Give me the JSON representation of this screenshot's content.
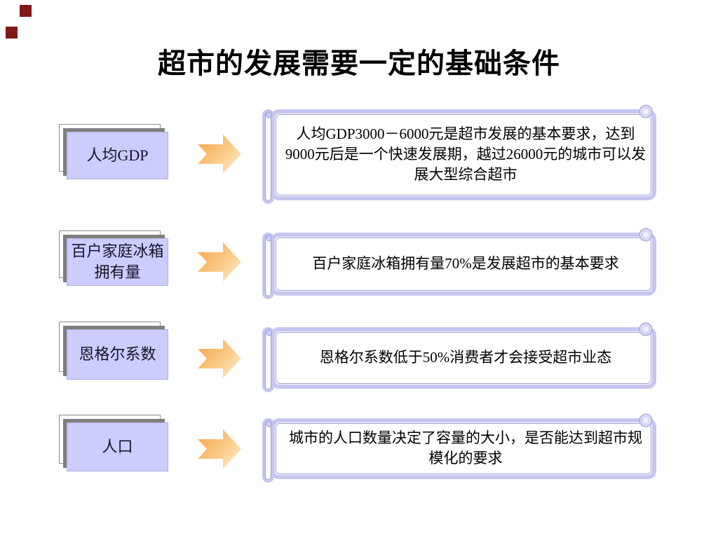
{
  "slide": {
    "title": "超市的发展需要一定的基础条件",
    "rows": [
      {
        "label": "人均GDP",
        "description": "人均GDP3000－6000元是超市发展的基本要求，达到9000元后是一个快速发展期，越过26000元的城市可以发展大型综合超市"
      },
      {
        "label": "百户家庭冰箱拥有量",
        "description": "百户家庭冰箱拥有量70%是发展超市的基本要求"
      },
      {
        "label": "恩格尔系数",
        "description": "恩格尔系数低于50%消费者才会接受超市业态"
      },
      {
        "label": "人口",
        "description": "城市的人口数量决定了容量的大小，是否能达到超市规模化的要求"
      }
    ],
    "colors": {
      "label_fill": "#ccccff",
      "label_shadow": "#7f7f7f",
      "scroll_border": "#c6c6ef",
      "scroll_border_accent": "#9c9cce",
      "arrow_gradient_start": "#f6a94f",
      "arrow_gradient_end": "#fdeec9",
      "corner_square": "#801818"
    }
  }
}
